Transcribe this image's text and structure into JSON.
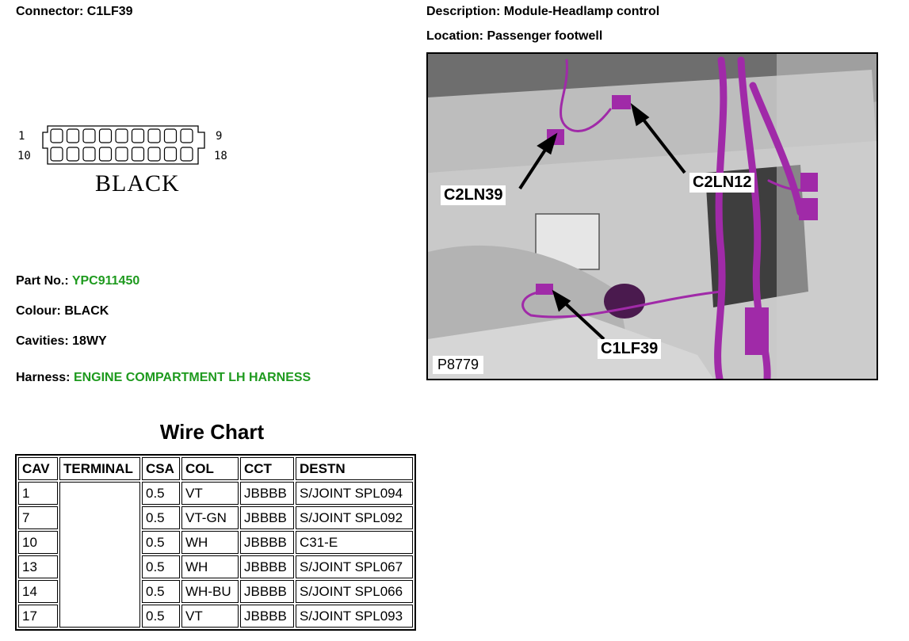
{
  "connector": {
    "label": "Connector:",
    "id": "C1LF39",
    "pins_top_first": "1",
    "pins_top_last": "9",
    "pins_bottom_first": "10",
    "pins_bottom_last": "18",
    "color_text": "BLACK"
  },
  "description": {
    "label": "Description:",
    "value": "Module-Headlamp control"
  },
  "location": {
    "label": "Location:",
    "value": "Passenger footwell"
  },
  "part": {
    "label": "Part No.:",
    "value": "YPC911450"
  },
  "colour": {
    "label": "Colour:",
    "value": "BLACK"
  },
  "cavities": {
    "label": "Cavities:",
    "value": "18WY"
  },
  "harness": {
    "label": "Harness:",
    "value": "ENGINE COMPARTMENT LH HARNESS"
  },
  "photo": {
    "callouts": [
      "C2LN39",
      "C2LN12",
      "C1LF39"
    ],
    "ref": "P8779",
    "harness_color": "#a02aa8"
  },
  "wire_chart": {
    "title": "Wire Chart",
    "headers": [
      "CAV",
      "TERMINAL",
      "CSA",
      "COL",
      "CCT",
      "DESTN"
    ],
    "rows": [
      [
        "1",
        "0.5",
        "VT",
        "JBBBB",
        "S/JOINT SPL094"
      ],
      [
        "7",
        "0.5",
        "VT-GN",
        "JBBBB",
        "S/JOINT SPL092"
      ],
      [
        "10",
        "0.5",
        "WH",
        "JBBBB",
        "C31-E"
      ],
      [
        "13",
        "0.5",
        "WH",
        "JBBBB",
        "S/JOINT SPL067"
      ],
      [
        "14",
        "0.5",
        "WH-BU",
        "JBBBB",
        "S/JOINT SPL066"
      ],
      [
        "17",
        "0.5",
        "VT",
        "JBBBB",
        "S/JOINT SPL093"
      ]
    ]
  }
}
